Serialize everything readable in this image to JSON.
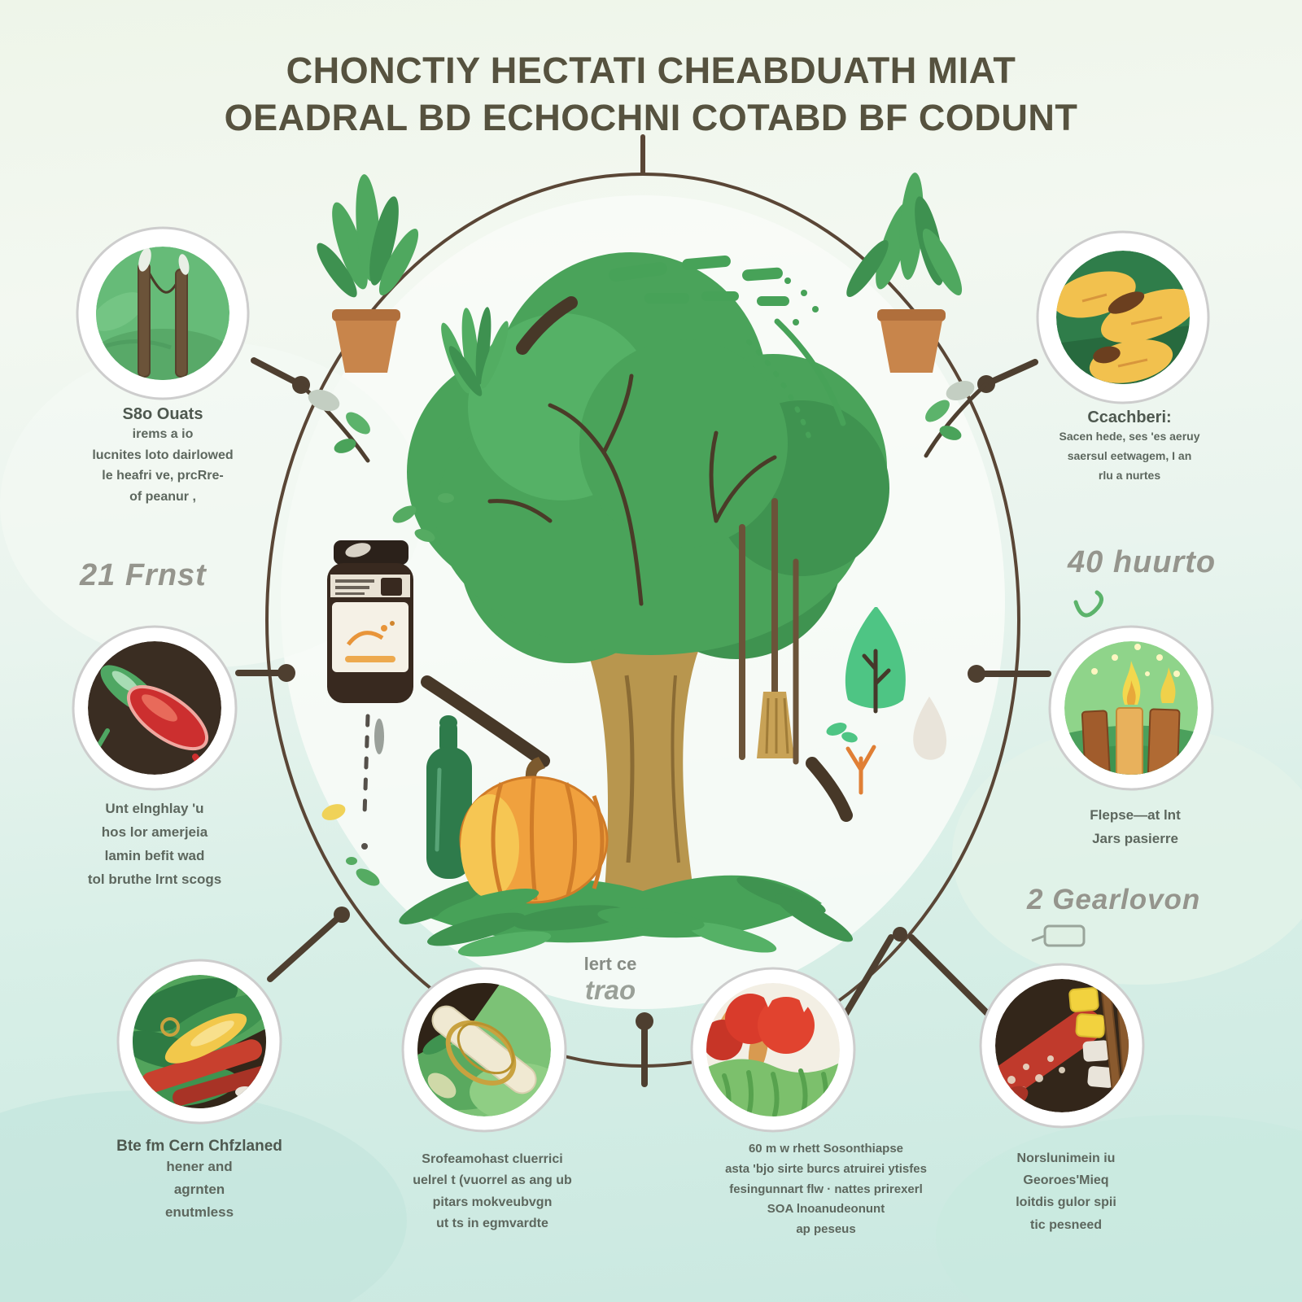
{
  "title": {
    "line1": "CHONCTIY HECTATI CHEABDUATH MIAT",
    "line2": "OEADRAL BD ECHOCHNI COTABD BF CODUNT"
  },
  "center_label": {
    "line1": "lert ce",
    "line2": "trao"
  },
  "side_labels": {
    "left_fruit": "21 Frnst",
    "right_hurto": "40 huurto",
    "right_gearloven": "2 Gearlovon"
  },
  "nodes": {
    "top_left": {
      "icon": "garden-stakes-icon",
      "heading": "S8o Ouats",
      "body": "irems a io\nlucnites loto dairlowed\nle heafri ve, prcRre-\nof peanur ,"
    },
    "top_right": {
      "icon": "bread-roots-icon",
      "heading": "Ccachberi:",
      "body": "Sacen hede, ses 'es aeruy\nsaersul eetwagem, I an\nrlu a nurtes"
    },
    "mid_left": {
      "icon": "radishes-icon",
      "heading": "",
      "body": "Unt elnghlay 'u\nhos lor amerjeia\nlamin befit wad\ntol bruthe lrnt scogs"
    },
    "mid_right": {
      "icon": "compost-bins-icon",
      "heading": "",
      "body": "Flepse—at lnt\nJars pasierre"
    },
    "bottom_left": {
      "icon": "peels-rhubarb-icon",
      "heading": "Bte fm Cern Chfzlaned",
      "body": "hener and\nagrnten\nenutmless"
    },
    "bottom_center_left": {
      "icon": "leek-ring-icon",
      "heading": "",
      "body": "Srofeamohast cluerrici\nuelrel t (vuorrel as ang ub\npitars mokveubvgn\nut ts in egmvardte"
    },
    "bottom_center_right": {
      "icon": "tulips-produce-icon",
      "heading": "",
      "body": "60 m w rhett Sosonthiapse\nasta 'bjo sirte burcs atruirei ytisfes\nfesingunnart flw · nattes prirexerl\nSOA lnoanudeonunt\nap peseus"
    },
    "bottom_right": {
      "icon": "salami-spices-icon",
      "heading": "",
      "body": "Norslunimein iu\nGeoroes'Mieq\nloitdis gulor spii\ntic pesneed"
    }
  },
  "colors": {
    "background_top": "#eef5e9",
    "background_bottom": "#c9e8e0",
    "title_text": "#56523f",
    "caption_text": "#5d675e",
    "script_label": "#95958d",
    "ring_outline": "#5a4636",
    "connector": "#4e3f30",
    "tree_green": "#4aa35a",
    "tree_green_dark": "#3f9350",
    "trunk_tan": "#b8964e",
    "pumpkin_orange": "#f0a13e",
    "pot_terracotta": "#c8854b",
    "jar_brown": "#38291f",
    "bottle_green": "#2e7b4b",
    "accent_yellow": "#f2c14e",
    "accent_red": "#cc2f2f"
  }
}
